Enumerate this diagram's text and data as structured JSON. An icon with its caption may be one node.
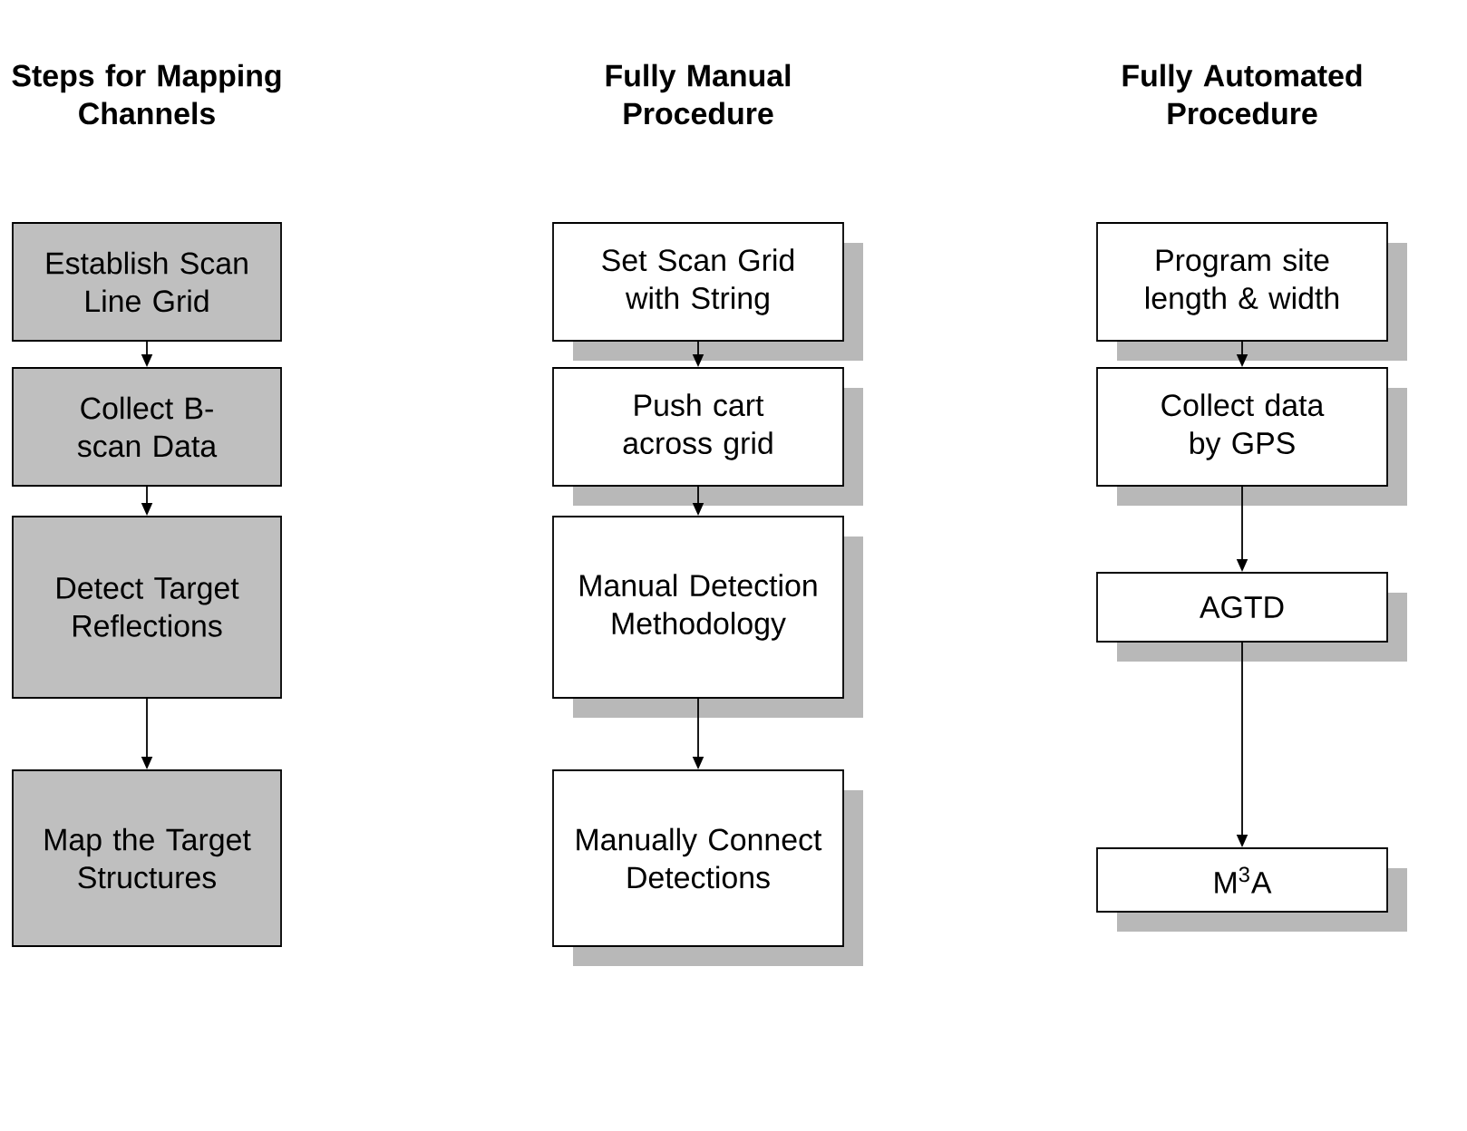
{
  "diagram": {
    "nodes": [
      {
        "text": [
          "Establish Scan Line Grid"
        ]
      },
      {
        "text": [
          "Collect B-scan Data"
        ]
      },
      {
        "text": [
          "Detect Target Reflections"
        ]
      },
      {
        "text": [
          "Map the Target Structures"
        ]
      },
      {
        "text": [
          "Set Scan Grid with String"
        ]
      },
      {
        "text": [
          "Push cart across grid"
        ]
      },
      {
        "text": [
          "Manual Detection Methodology"
        ]
      },
      {
        "text": [
          "Manually Connect Detections"
        ]
      },
      {
        "text": [
          "Program site length & width"
        ]
      },
      {
        "text": [
          "Collect data by GPS"
        ]
      },
      {
        "text": [
          "AGTD"
        ]
      },
      {
        "text": [
          "M$^{3}$A"
        ]
      }
    ],
    "edges": [
      {
        "from": 0,
        "to": 1,
        "arrow": "to"
      },
      {
        "from": 1,
        "to": 2,
        "arrow": "to"
      },
      {
        "from": 2,
        "to": 3,
        "arrow": "to"
      },
      {
        "from": 4,
        "to": 5,
        "arrow": "to"
      },
      {
        "from": 5,
        "to": 6,
        "arrow": "to"
      },
      {
        "from": 6,
        "to": 7,
        "arrow": "to"
      },
      {
        "from": 8,
        "to": 9,
        "arrow": "to"
      },
      {
        "from": 9,
        "to": 10,
        "arrow": "to"
      },
      {
        "from": 10,
        "to": 11,
        "arrow": "to"
      }
    ],
    "labels": [
      "Steps for Mapping Channels",
      "Fully Manual Procedure",
      "Fully Automated Procedure"
    ]
  }
}
